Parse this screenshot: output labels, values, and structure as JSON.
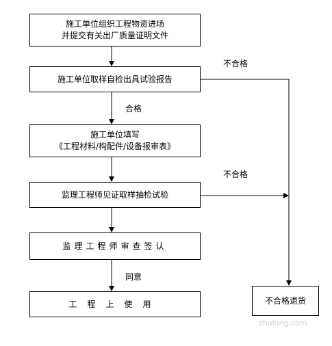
{
  "boxes": {
    "step1": {
      "line1": "施工单位组织工程物资进场",
      "line2": "并提交有关出厂质量证明文件"
    },
    "step2": {
      "line1": "施工单位取样自检出具试验报告"
    },
    "step3": {
      "line1": "施工单位填写",
      "line2": "《工程材料/构配件/设备报审表》"
    },
    "step4": {
      "line1": "监理工程师见证取样抽检试验"
    },
    "step5": {
      "line1": "监理工程师审查签认"
    },
    "step6": {
      "line1": "工程上使用"
    },
    "reject": {
      "line1": "不合格退货"
    }
  },
  "edge_labels": {
    "fail_1": "不合格",
    "pass": "合格",
    "fail_2": "不合格",
    "agree": "同意"
  },
  "watermark": "zhulong.com"
}
